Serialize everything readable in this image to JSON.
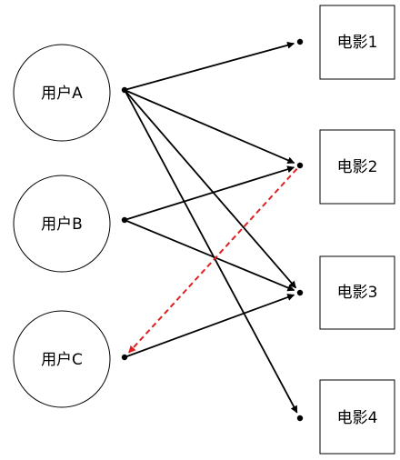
{
  "users": [
    {
      "label": "用户A"
    },
    {
      "label": "用户B"
    },
    {
      "label": "用户C"
    }
  ],
  "movies": [
    {
      "label": "电影1"
    },
    {
      "label": "电影2"
    },
    {
      "label": "电影3"
    },
    {
      "label": "电影4"
    }
  ],
  "edges": [
    {
      "from": "用户A",
      "to": "电影1",
      "style": "solid"
    },
    {
      "from": "用户A",
      "to": "电影2",
      "style": "solid"
    },
    {
      "from": "用户A",
      "to": "电影3",
      "style": "solid"
    },
    {
      "from": "用户A",
      "to": "电影4",
      "style": "solid"
    },
    {
      "from": "用户B",
      "to": "电影2",
      "style": "solid"
    },
    {
      "from": "用户B",
      "to": "电影3",
      "style": "solid"
    },
    {
      "from": "用户C",
      "to": "电影3",
      "style": "solid"
    },
    {
      "from": "电影2",
      "to": "用户C",
      "style": "dashed"
    }
  ],
  "colors": {
    "stroke": "#000000",
    "recommendation": "#e02020",
    "background": "#ffffff"
  }
}
